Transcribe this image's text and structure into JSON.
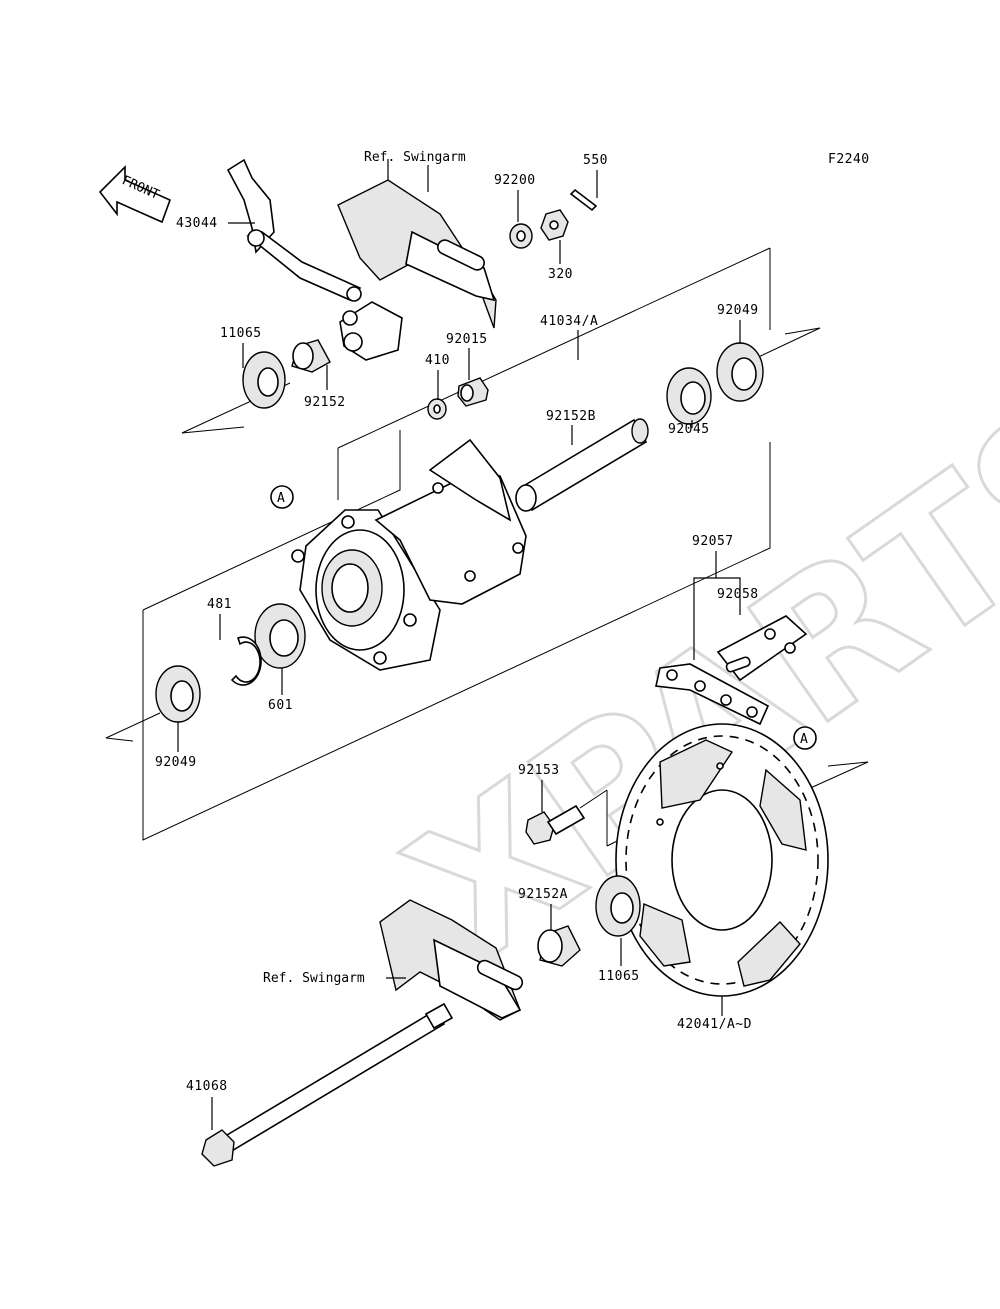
{
  "figure_code": "F2240",
  "front_label": "FRONT",
  "watermark": "XPARTS",
  "ref_labels": {
    "swingarm_top": "Ref. Swingarm",
    "swingarm_bottom": "Ref. Swingarm"
  },
  "callouts": {
    "a_top": "A",
    "a_right": "A"
  },
  "parts": {
    "p43044": "43044",
    "p11065_top": "11065",
    "p92152": "92152",
    "p410": "410",
    "p92015": "92015",
    "p92200": "92200",
    "p550": "550",
    "p320": "320",
    "p41034": "41034/A",
    "p92049_top": "92049",
    "p92152b": "92152B",
    "p92045": "92045",
    "p481": "481",
    "p601": "601",
    "p92049_bottom": "92049",
    "p92057": "92057",
    "p92058": "92058",
    "p92153": "92153",
    "p92152a": "92152A",
    "p11065_bottom": "11065",
    "p42041": "42041/A~D",
    "p41068": "41068"
  }
}
